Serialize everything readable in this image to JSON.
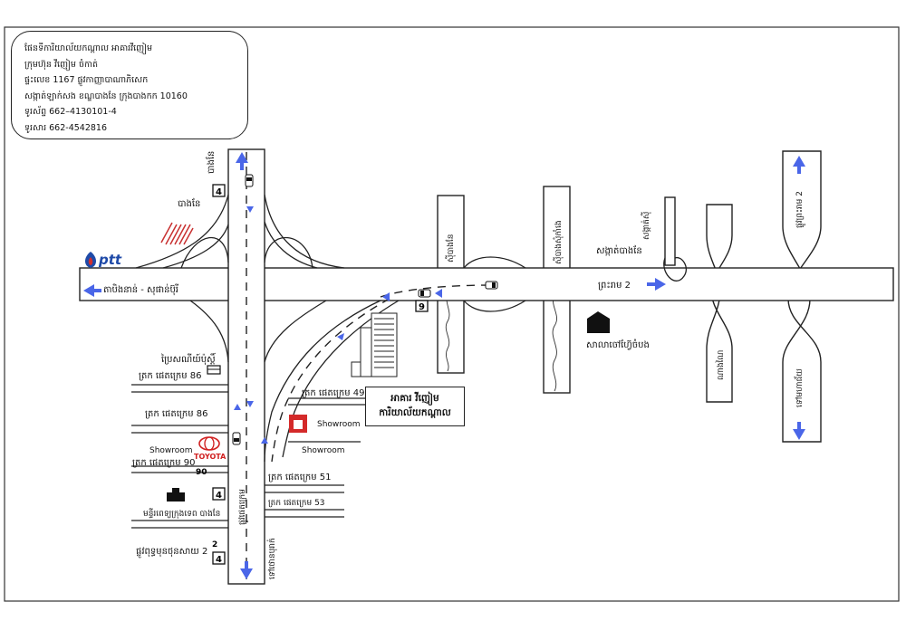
{
  "info": {
    "lines": [
      "ផែនទីការិយាល័យកណ្ដាល អាគារវីញៀម",
      "ក្រុមហ៊ុន វីញៀម ចំកាត់",
      "ផ្ទះលេខ 1167 ផ្លូវកាញ្ញាបាណាភិសេក",
      "សង្កាត់ឡាក់សង ខណ្ឌបាងនែ ក្រុងបាងកក 10160",
      "ទូរស័ព្ទ 662–4130101-4",
      "ទូរសារ 662-4542816"
    ]
  },
  "roads": {
    "bangna_v": "បាងនែ",
    "bangna_h": "បាងនែ",
    "main_left": "តាបិងនាន់ - សុផាន់ប៊ុរី",
    "rama2": "ព្រះរាម 2",
    "soi_bangna": "ស៊ីបាងនែ",
    "soi_samut": "ស៊ីបាងសុំកាំងេ",
    "sat_bangna": "សង្កាត់បាងនែ",
    "sat_samut": "សង្កាត់ស៊ី",
    "lane_right1": "ណាងណៃ",
    "rama2_v": "ផ្លូវព្រះរាម 2",
    "rama2_v_bottom": "ទៅមហាជ័យ",
    "phet_v": "ផ្លូវផេតក្រេម",
    "to_thonburi": "ទៅថោនបុរាក់",
    "phet86a": "ត្រក ផេតក្រេម 86",
    "phet86b": "ត្រក ផេតក្រេម 86",
    "phet90": "ត្រក ផេតក្រេម 90",
    "phet49": "ត្រក ផេតក្រេម 49",
    "phet51": "ត្រក ផេតក្រេម 51",
    "phet53": "ត្រក ផេតក្រេម 53",
    "hospital": "មន្ទីរពេទ្យក្រុងទេព បាងនែ",
    "school": "ផ្លូវពុទ្ធមុនថុនសាយ 2",
    "market": "សាលាចៅហ្វ៊ែចំបង",
    "post": "ប្រៃសណីយ៍ប៉ុស្តិ៍"
  },
  "landmarks": {
    "ptt": "ptt",
    "toyota": "TOYOTA",
    "showroom1": "Showroom",
    "showroom2": "Showroom",
    "showroom3": "Showroom",
    "hq_line1": "អាគារ វីញៀម",
    "hq_line2": "ការិយាល័យកណ្ដាល"
  },
  "route_badges": {
    "r4a": "4",
    "r4b": "4",
    "r4c": "4",
    "r9": "9",
    "r90": "90",
    "r2": "2"
  },
  "colors": {
    "arrow": "#4a66e8",
    "ptt_blue": "#1f4aa8",
    "toyota_red": "#d02020",
    "showroom_red": "#d42a2a",
    "hatch": "#c83030"
  }
}
